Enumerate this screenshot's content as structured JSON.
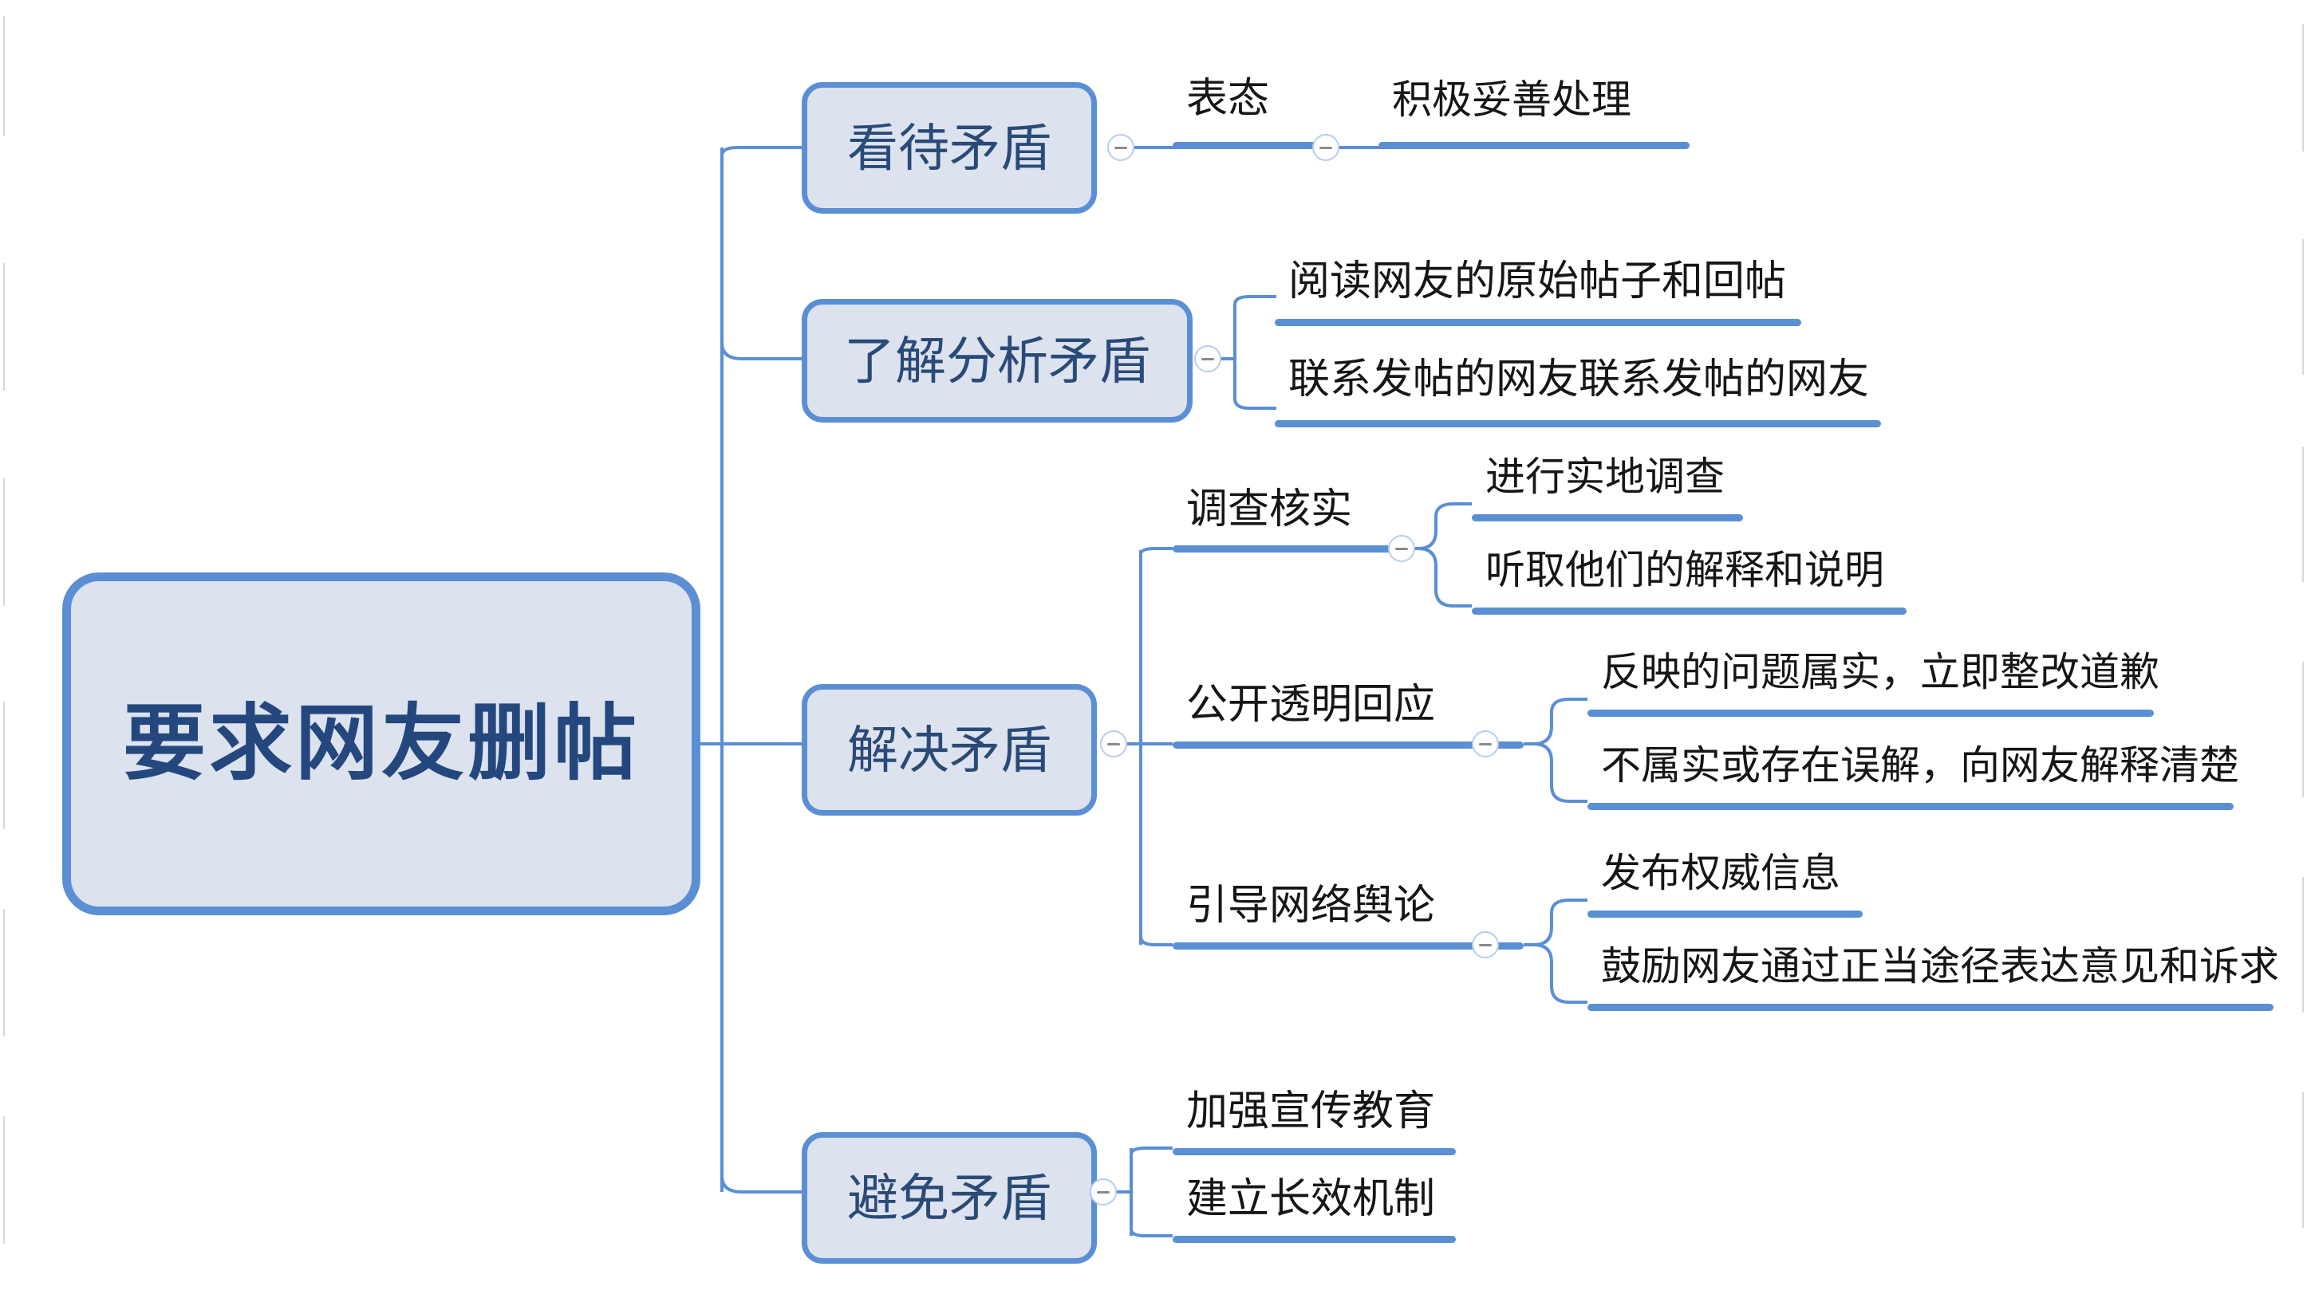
{
  "diagram": {
    "type": "mind-map",
    "title": "要求网友删帖",
    "orientation": "left-to-right",
    "colors": {
      "node_fill": "#dce3ef",
      "node_border": "#5b8fd4",
      "root_text": "#24477e",
      "branch_text": "#2a4a78",
      "topic_text": "#161616",
      "connector": "#5b8fd4",
      "underline_bar": "#5b8fd4",
      "canvas": "#ffffff"
    },
    "root": {
      "label": "要求网友删帖"
    },
    "branches": [
      {
        "id": "branch-1",
        "label": "看待矛盾",
        "toggle": "collapse-toggle",
        "children": [
          {
            "id": "branch-1-child-1",
            "label": "表态",
            "toggle": "collapse-toggle",
            "children": [
              {
                "id": "branch-1-child-1-leaf-1",
                "label": "积极妥善处理"
              }
            ]
          }
        ]
      },
      {
        "id": "branch-2",
        "label": "了解分析矛盾",
        "toggle": "collapse-toggle",
        "children": [
          {
            "id": "branch-2-child-1",
            "label": "阅读网友的原始帖子和回帖"
          },
          {
            "id": "branch-2-child-2",
            "label": "联系发帖的网友联系发帖的网友"
          }
        ]
      },
      {
        "id": "branch-3",
        "label": "解决矛盾",
        "toggle": "collapse-toggle",
        "children": [
          {
            "id": "branch-3-child-1",
            "label": "调查核实",
            "toggle": "collapse-toggle",
            "children": [
              {
                "id": "branch-3-child-1-leaf-1",
                "label": "进行实地调查"
              },
              {
                "id": "branch-3-child-1-leaf-2",
                "label": "听取他们的解释和说明"
              }
            ]
          },
          {
            "id": "branch-3-child-2",
            "label": "公开透明回应",
            "toggle": "collapse-toggle",
            "children": [
              {
                "id": "branch-3-child-2-leaf-1",
                "label": "反映的问题属实，立即整改道歉"
              },
              {
                "id": "branch-3-child-2-leaf-2",
                "label": "不属实或存在误解，向网友解释清楚"
              }
            ]
          },
          {
            "id": "branch-3-child-3",
            "label": "引导网络舆论",
            "toggle": "collapse-toggle",
            "children": [
              {
                "id": "branch-3-child-3-leaf-1",
                "label": "发布权威信息"
              },
              {
                "id": "branch-3-child-3-leaf-2",
                "label": "鼓励网友通过正当途径表达意见和诉求"
              }
            ]
          }
        ]
      },
      {
        "id": "branch-4",
        "label": "避免矛盾",
        "toggle": "collapse-toggle",
        "children": [
          {
            "id": "branch-4-child-1",
            "label": "加强宣传教育"
          },
          {
            "id": "branch-4-child-2",
            "label": "建立长效机制"
          }
        ]
      }
    ]
  }
}
